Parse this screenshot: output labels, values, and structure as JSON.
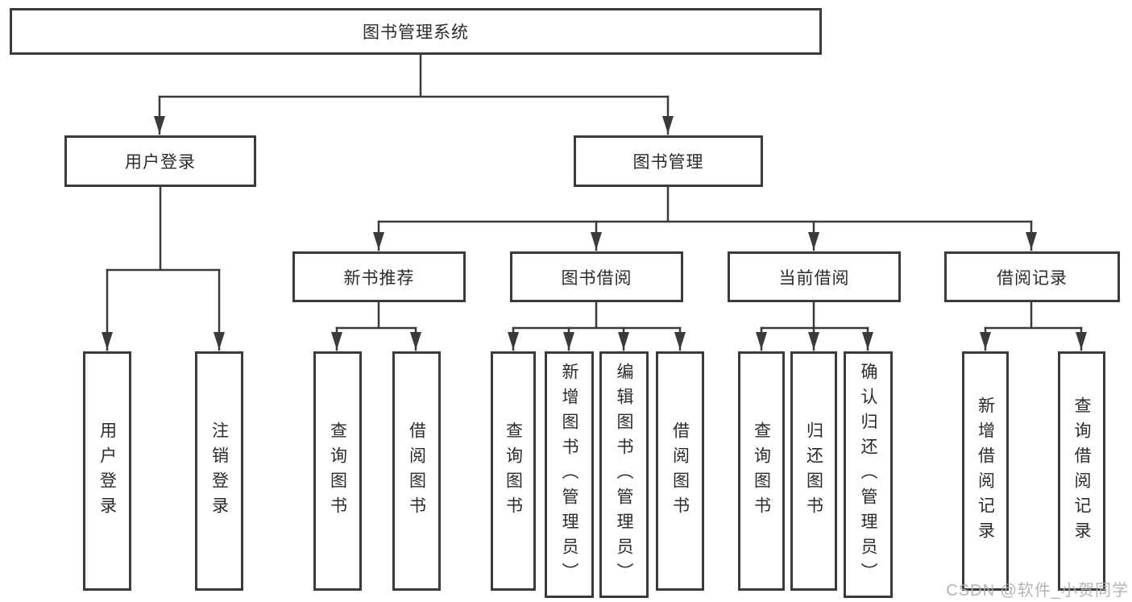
{
  "diagram": {
    "type": "hierarchy-tree",
    "colors": {
      "line": "#3a3a3a",
      "box_border": "#3a3a3a",
      "box_fill": "#ffffff",
      "text": "#2b2b2b",
      "background": "#ffffff",
      "watermark": "#acacac"
    },
    "tree": {
      "label": "图书管理系统",
      "children": [
        {
          "label": "用户登录",
          "children": [
            {
              "label": "用户登录"
            },
            {
              "label": "注销登录"
            }
          ]
        },
        {
          "label": "图书管理",
          "children": [
            {
              "label": "新书推荐",
              "children": [
                {
                  "label": "查询图书"
                },
                {
                  "label": "借阅图书"
                }
              ]
            },
            {
              "label": "图书借阅",
              "children": [
                {
                  "label": "查询图书"
                },
                {
                  "label": "新增图书（管理员）"
                },
                {
                  "label": "编辑图书（管理员）"
                },
                {
                  "label": "借阅图书"
                }
              ]
            },
            {
              "label": "当前借阅",
              "children": [
                {
                  "label": "查询图书"
                },
                {
                  "label": "归还图书"
                },
                {
                  "label": "确认归还（管理员）"
                }
              ]
            },
            {
              "label": "借阅记录",
              "children": [
                {
                  "label": "新增借阅记录"
                },
                {
                  "label": "查询借阅记录"
                }
              ]
            }
          ]
        }
      ]
    }
  },
  "watermark": {
    "text": "CSDN @软件_小贺同学"
  }
}
